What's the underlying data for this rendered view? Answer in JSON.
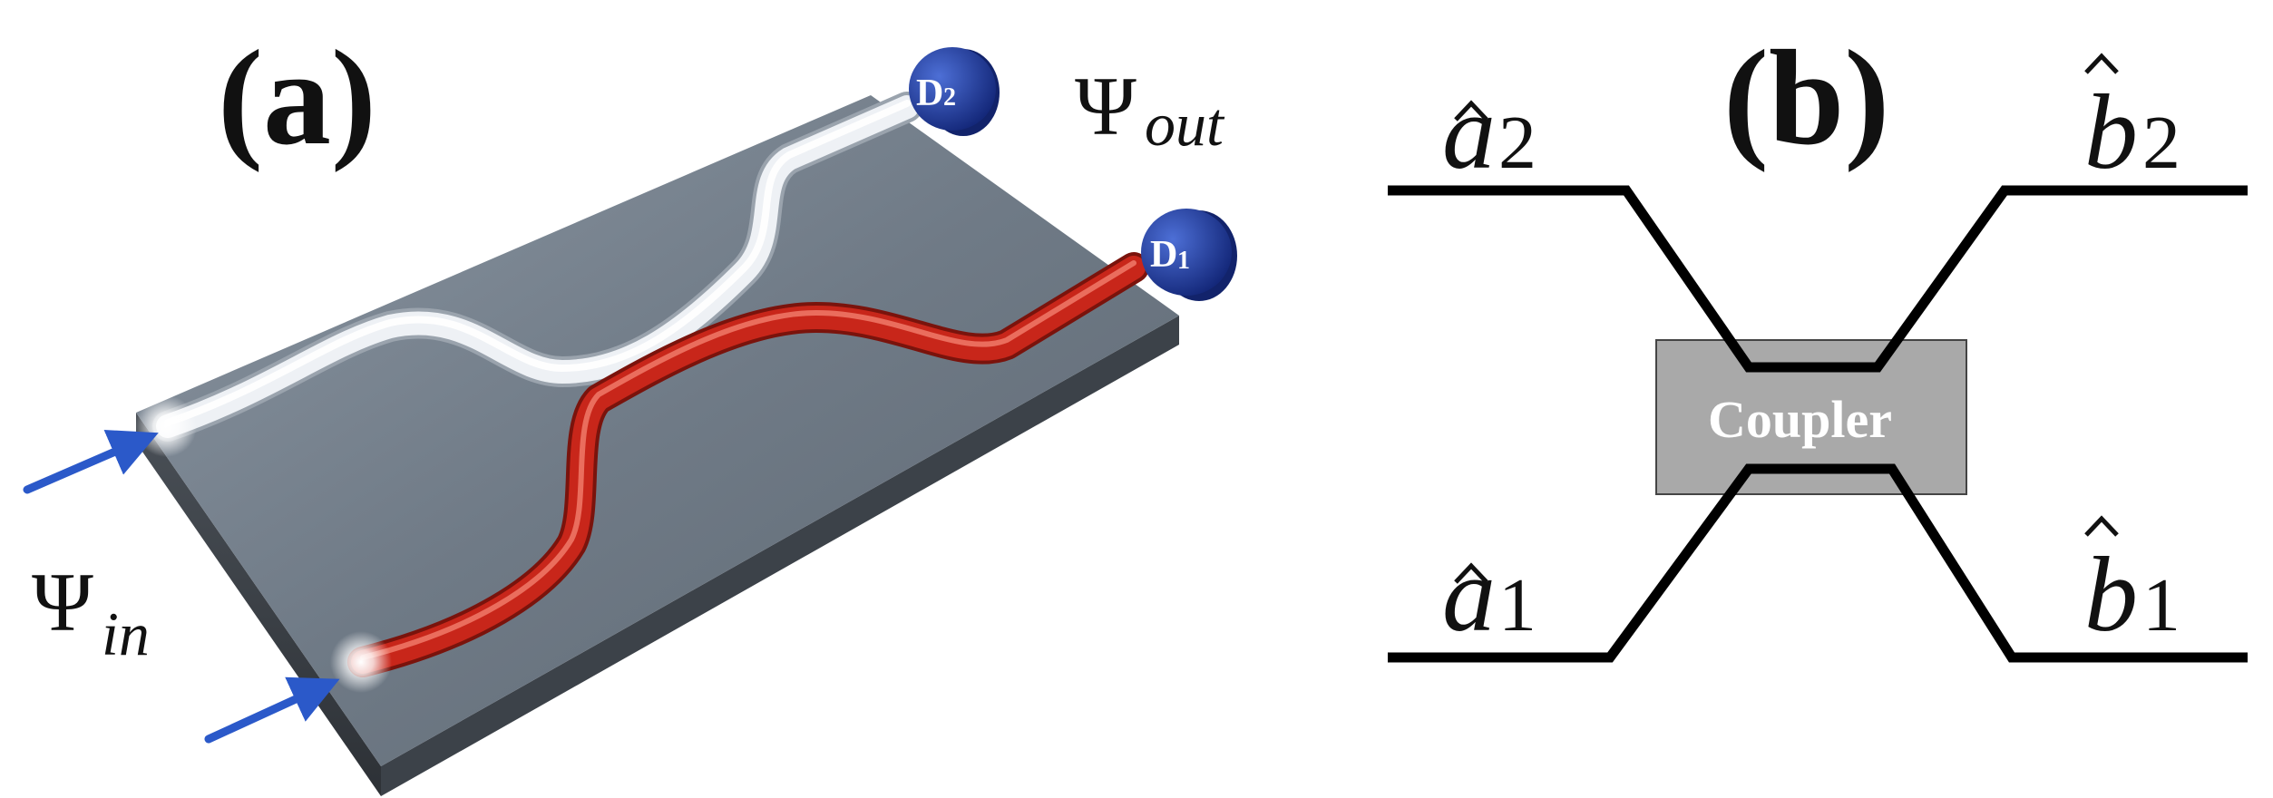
{
  "panel_a": {
    "label": "(a)",
    "psi_in": {
      "symbol": "Ψ",
      "subscript": "in"
    },
    "psi_out": {
      "symbol": "Ψ",
      "subscript": "out"
    },
    "detector_1": {
      "letter": "D",
      "index": "1"
    },
    "detector_2": {
      "letter": "D",
      "index": "2"
    },
    "colors": {
      "chip_top": "#6e7a86",
      "chip_side": "#3a3f45",
      "waveguide_white": "#eef1f5",
      "waveguide_red": "#c8261a",
      "detector": "#1d3b9e",
      "arrow": "#2b59c9"
    }
  },
  "panel_b": {
    "label": "(b)",
    "coupler_label": "Coupler",
    "ports": {
      "a2": {
        "symbol": "a",
        "index": "2"
      },
      "a1": {
        "symbol": "a",
        "index": "1"
      },
      "b2": {
        "symbol": "b",
        "index": "2"
      },
      "b1": {
        "symbol": "b",
        "index": "1"
      }
    },
    "colors": {
      "coupler_fill": "#a9a9a9",
      "line": "#000000"
    }
  }
}
